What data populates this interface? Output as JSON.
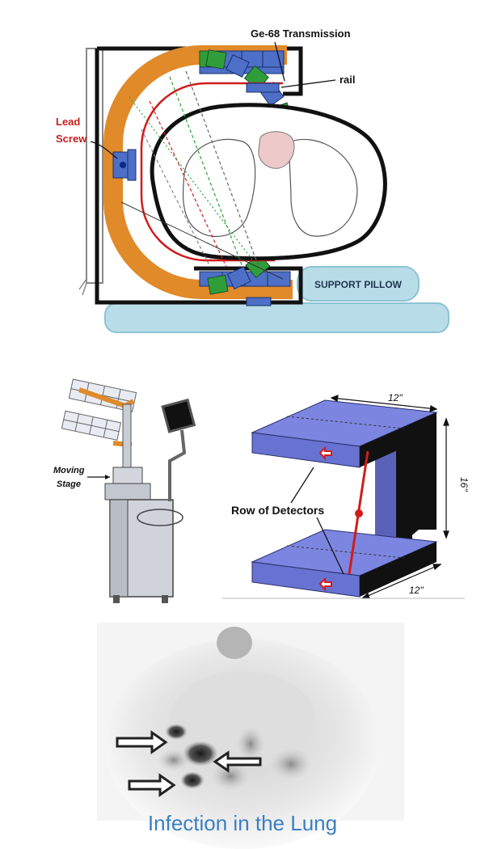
{
  "top_diagram": {
    "label_transmission": "Ge-68 Transmission",
    "label_rail": "rail",
    "label_lead_line1": "Lead",
    "label_lead_line2": "Screw",
    "label_pillow": "SUPPORT PILLOW"
  },
  "middle": {
    "label_moving_line1": "Moving",
    "label_moving_line2": "Stage",
    "label_row_detectors": "Row of Detectors",
    "dim_width_top": "12\"",
    "dim_height": "16\"",
    "dim_width_bottom": "12\""
  },
  "scan": {
    "caption": "Infection in the Lung"
  },
  "colors": {
    "detector_blue": "#4d6fc8",
    "detector_green": "#2f9e3a",
    "frame_orange": "#e08a2a",
    "plate_blue": "#7c86e0",
    "caption_blue": "#3b7fc4",
    "pillow": "#b9dde8"
  }
}
